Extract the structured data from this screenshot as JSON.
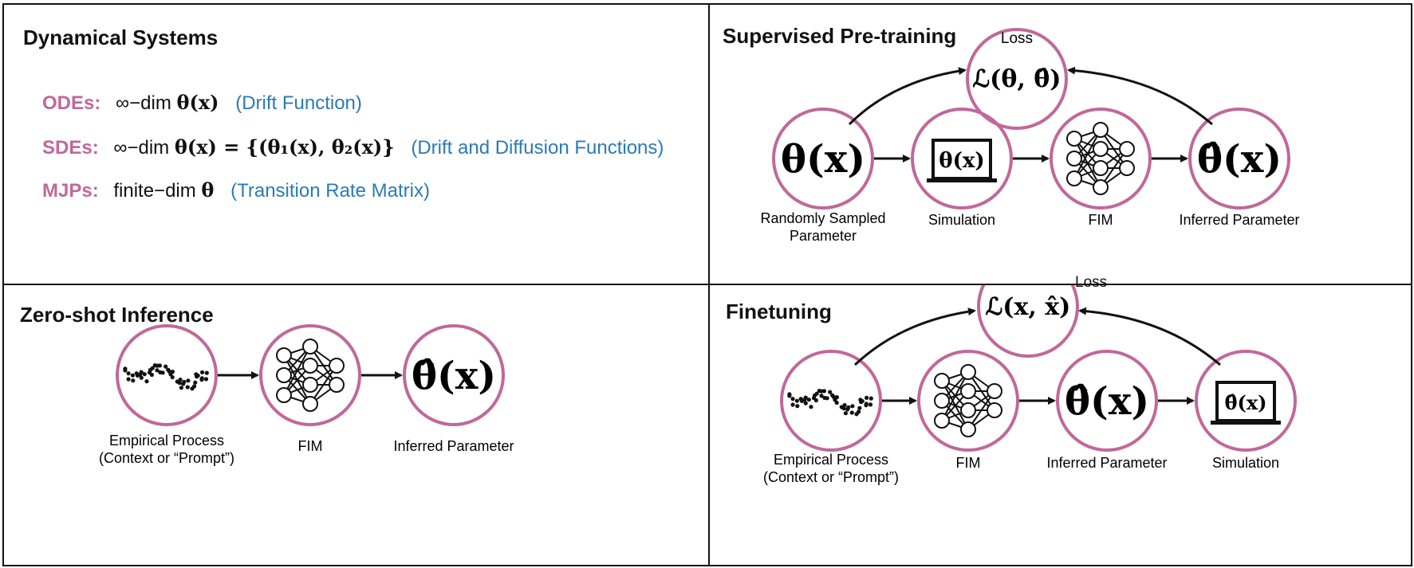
{
  "panels": {
    "dynamical": {
      "title": "Dynamical Systems",
      "rows": [
        {
          "label": "ODEs:",
          "expr_prefix": "∞−dim",
          "expr_math": "θ(x)",
          "note": "(Drift Function)"
        },
        {
          "label": "SDEs:",
          "expr_prefix": "∞−dim",
          "expr_math": "θ(x) = {(θ₁(x), θ₂(x)}",
          "note": "(Drift and Diffusion Functions)"
        },
        {
          "label": "MJPs:",
          "expr_prefix": "finite−dim",
          "expr_math": "θ",
          "note": "(Transition Rate Matrix)"
        }
      ]
    },
    "supervised": {
      "title": "Supervised Pre-training",
      "loss_label": "Loss",
      "loss_expr": "ℒ(θ, θ̂)",
      "nodes": [
        {
          "symbol": "θ(x)",
          "caption": "Randomly Sampled\nParameter"
        },
        {
          "symbol": "θ(x)",
          "caption": "Simulation"
        },
        {
          "symbol": "",
          "caption": "FIM"
        },
        {
          "symbol": "θ̂(x)",
          "caption": "Inferred Parameter"
        }
      ]
    },
    "zeroshot": {
      "title": "Zero-shot Inference",
      "nodes": [
        {
          "symbol": "",
          "caption": "Empirical Process\n(Context or “Prompt”)"
        },
        {
          "symbol": "",
          "caption": "FIM"
        },
        {
          "symbol": "θ̂(x)",
          "caption": "Inferred Parameter"
        }
      ]
    },
    "finetuning": {
      "title": "Finetuning",
      "loss_label": "Loss",
      "loss_expr": "ℒ(x, x̂)",
      "nodes": [
        {
          "symbol": "",
          "caption": "Empirical Process\n(Context or “Prompt”)"
        },
        {
          "symbol": "",
          "caption": "FIM"
        },
        {
          "symbol": "θ̂(x)",
          "caption": "Inferred Parameter"
        },
        {
          "symbol": "θ̂(x)",
          "caption": "Simulation"
        }
      ]
    }
  },
  "colors": {
    "circle_stroke": "#c0689b",
    "label_pink": "#c0689b",
    "note_blue": "#2a7ab8",
    "ink": "#111111"
  }
}
